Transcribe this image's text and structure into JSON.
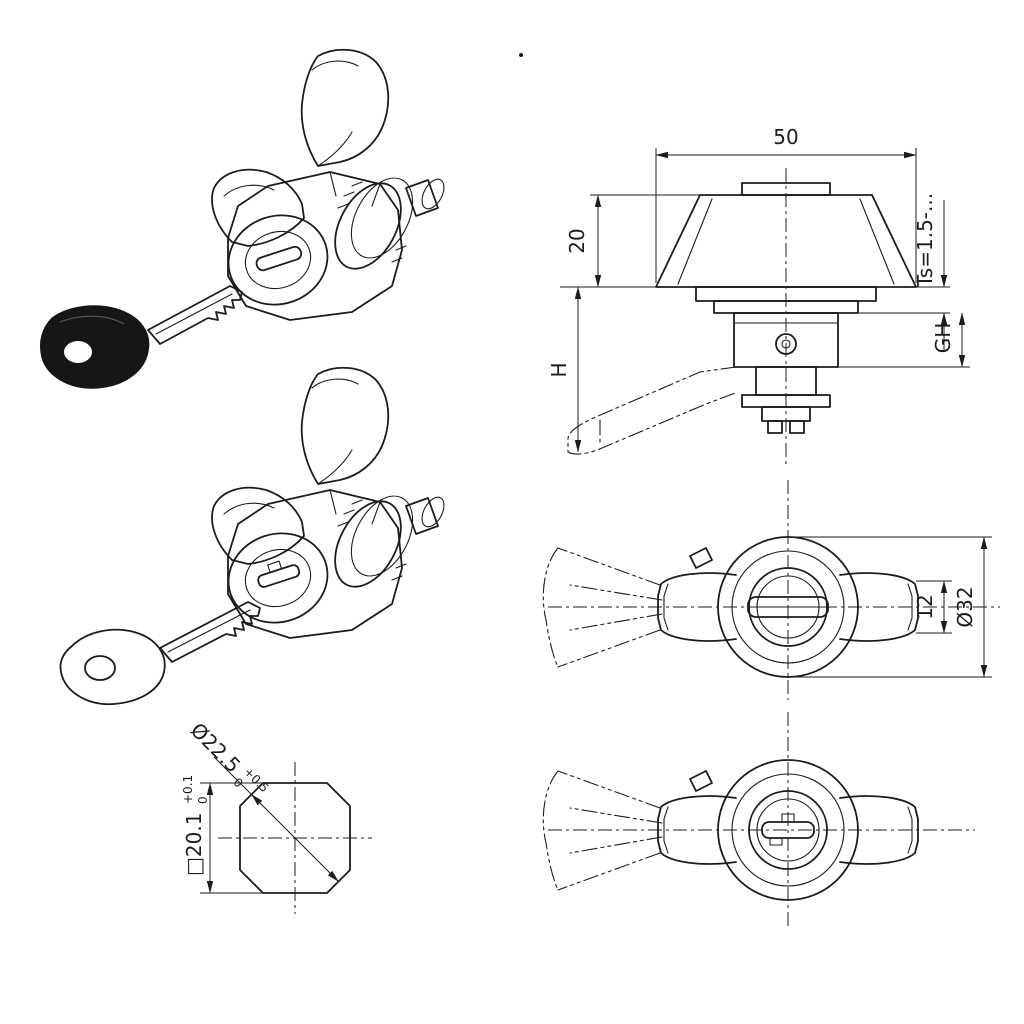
{
  "page": {
    "background": "#ffffff",
    "line_color": "#1c1c1c",
    "description": "technical drawing of wing-knob quarter-turn lock with keys"
  },
  "views": {
    "iso_top": "isometric lock with black-head key",
    "iso_mid": "isometric lock with metal key",
    "cutout": "panel cutout drawing",
    "front": "front elevation with mounting dimensions",
    "top_slot": "top view, slotted insert",
    "top_key": "top view, key cylinder"
  },
  "dims": {
    "width_50": "50",
    "knob_height_20": "20",
    "h": "H",
    "ts": "Ts=1.5-...",
    "gh": "GH",
    "wing_12": "12",
    "dia_32": "Ø32",
    "cut_dia": "Ø22.5",
    "cut_dia_tol_up": "+0.5",
    "cut_dia_tol_low": "0",
    "cut_sq": "□20.1",
    "cut_sq_tol_up": "+0.1",
    "cut_sq_tol_low": "0"
  }
}
